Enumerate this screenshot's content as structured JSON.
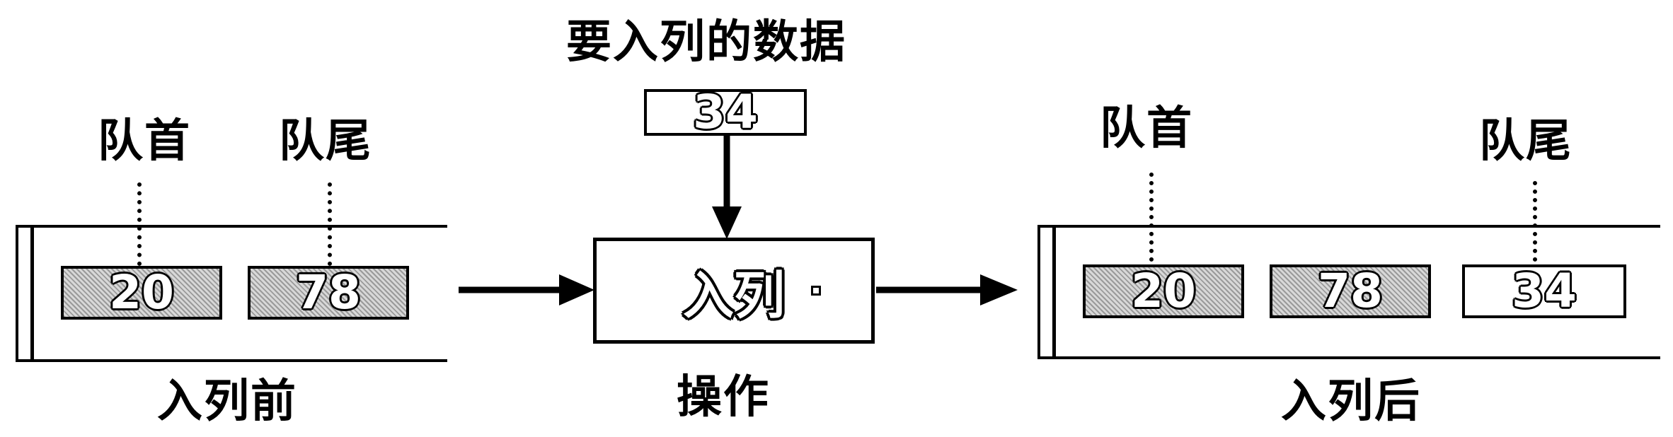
{
  "diagram": {
    "incoming": {
      "caption": "要入列的数据",
      "value": "34"
    },
    "before": {
      "caption": "入列前",
      "head_label": "队首",
      "tail_label": "队尾",
      "cells": [
        "20",
        "78"
      ]
    },
    "operation": {
      "box_label": "入列",
      "caption": "操作"
    },
    "after": {
      "caption": "入列后",
      "head_label": "队首",
      "tail_label": "队尾",
      "cells": [
        "20",
        "78",
        "34"
      ]
    }
  }
}
